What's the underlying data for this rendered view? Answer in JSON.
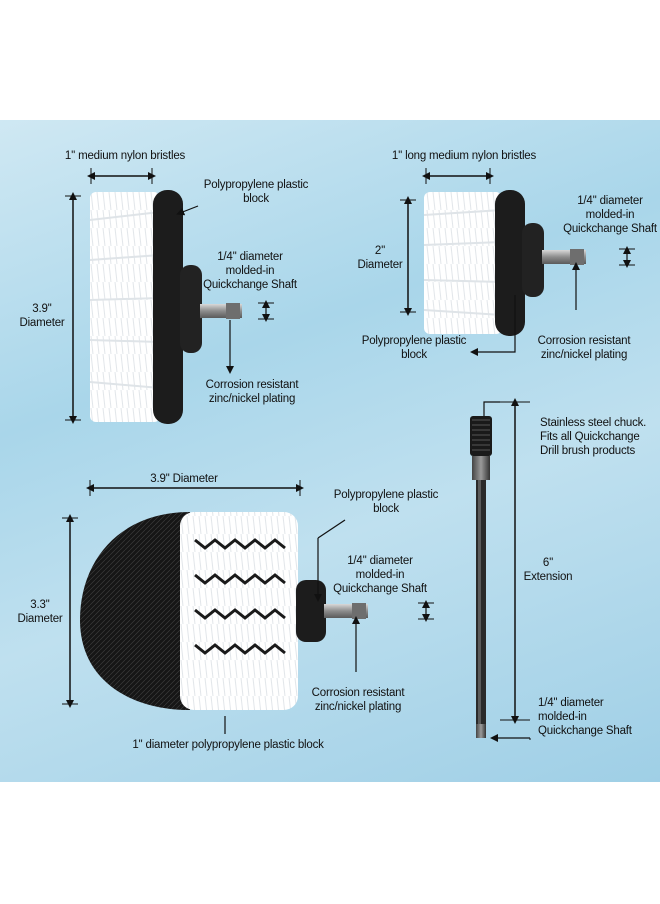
{
  "brush1": {
    "bristle_label": "1'' medium nylon bristles",
    "block_label_1": "Polypropylene plastic",
    "block_label_2": "block",
    "shaft_label_1": "1/4'' diameter",
    "shaft_label_2": "molded-in",
    "shaft_label_3": "Quickchange Shaft",
    "height_label_1": "3.9''",
    "height_label_2": "Diameter",
    "plating_label_1": "Corrosion resistant",
    "plating_label_2": "zinc/nickel plating"
  },
  "brush2": {
    "bristle_label": "1'' long medium nylon bristles",
    "shaft_label_1": "1/4'' diameter",
    "shaft_label_2": "molded-in",
    "shaft_label_3": "Quickchange Shaft",
    "height_label_1": "2''",
    "height_label_2": "Diameter",
    "block_label_1": "Polypropylene plastic",
    "block_label_2": "block",
    "plating_label_1": "Corrosion resistant",
    "plating_label_2": "zinc/nickel plating"
  },
  "brush3": {
    "width_label": "3.9'' Diameter",
    "block_label_1": "Polypropylene plastic",
    "block_label_2": "block",
    "shaft_label_1": "1/4'' diameter",
    "shaft_label_2": "molded-in",
    "shaft_label_3": "Quickchange Shaft",
    "height_label_1": "3.3''",
    "height_label_2": "Diameter",
    "plating_label_1": "Corrosion resistant",
    "plating_label_2": "zinc/nickel plating",
    "base_label": "1'' diameter polypropylene plastic block"
  },
  "extension": {
    "chuck_label_1": "Stainless steel chuck.",
    "chuck_label_2": "Fits all Quickchange",
    "chuck_label_3": "Drill brush products",
    "length_label_1": "6''",
    "length_label_2": "Extension",
    "shaft_label_1": "1/4'' diameter",
    "shaft_label_2": "molded-in",
    "shaft_label_3": "Quickchange Shaft"
  },
  "colors": {
    "background": "#a9d6ea",
    "bristles": "#ffffff",
    "block": "#1a1a1a",
    "steel": "#9a9a9a"
  }
}
